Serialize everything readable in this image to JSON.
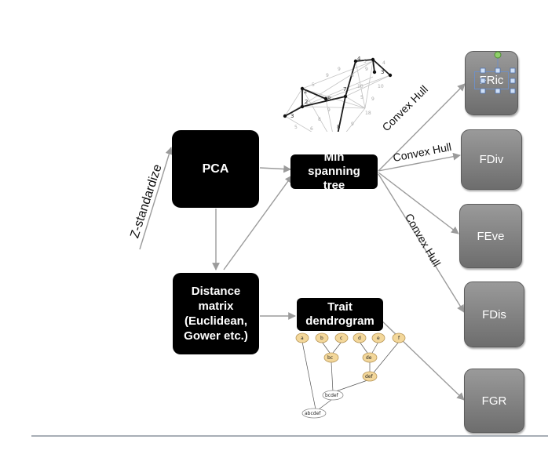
{
  "nodes": {
    "pca": "PCA",
    "mst": [
      "Min",
      "spanning",
      "tree"
    ],
    "distance": [
      "Distance",
      "matrix",
      "(Euclidean,",
      "Gower etc.)"
    ],
    "dendrogram": [
      "Trait",
      "dendrogram"
    ],
    "fric": "FRic",
    "fdiv": "FDiv",
    "feve": "FEve",
    "fdis": "FDis",
    "fgr": "FGR"
  },
  "edge_labels": {
    "z_standardize": "Z-standardize",
    "convex_hull_1": "Convex Hull",
    "convex_hull_2": "Convex Hull",
    "convex_hull_3": "Convex Hull"
  },
  "mst_weights": {
    "tree": [
      "2",
      "2",
      "8",
      "7",
      "3",
      "4",
      "8",
      "3"
    ],
    "graph": [
      "5",
      "9",
      "9",
      "6",
      "9",
      "5",
      "10",
      "4",
      "8",
      "9",
      "10",
      "5",
      "18",
      "9",
      "6",
      "5",
      "9"
    ]
  },
  "dendrogram_labels": {
    "leaves": [
      "a",
      "b",
      "c",
      "d",
      "e",
      "f"
    ],
    "internal": [
      "bc",
      "de",
      "def",
      "bcdef",
      "abcdef"
    ]
  },
  "colors": {
    "black_box": "#000000",
    "grey_box": "#7f7f7f",
    "arrow": "#9b9b9b",
    "dendro_node": "#f3d79a"
  }
}
